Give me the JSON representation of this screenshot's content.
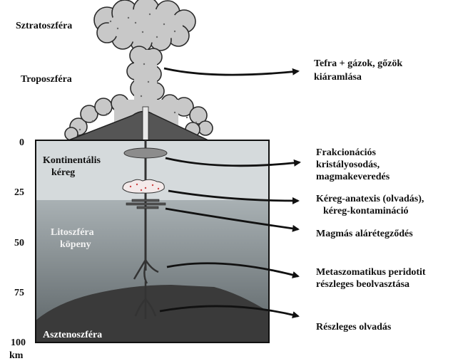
{
  "atmosphere": {
    "stratosphere": "Sztratoszféra",
    "troposphere": "Troposzféra"
  },
  "layers": {
    "crust": [
      "Kontinentális",
      "kéreg"
    ],
    "lithosphere_mantle": [
      "Litoszféra",
      "köpeny"
    ],
    "asthenosphere": "Asztenoszféra"
  },
  "depth_axis": {
    "ticks": [
      "0",
      "25",
      "50",
      "75",
      "100"
    ],
    "unit": "km"
  },
  "processes": [
    [
      "Tefra + gázok, gőzök",
      "kiáramlása"
    ],
    [
      "Frakcionációs",
      "kristályosodás,",
      "magmakeveredés"
    ],
    [
      "Kéreg-anatexis (olvadás),",
      "kéreg-kontamináció"
    ],
    [
      "Magmás alárétegződés"
    ],
    [
      "Metaszomatikus peridotit",
      "részleges beolvasztása"
    ],
    [
      "Részleges olvadás"
    ]
  ],
  "colors": {
    "crust": "#d5dadc",
    "mantle_top": "#9aa3a6",
    "mantle_bottom": "#5d6568",
    "asthenosphere": "#3a3a3a",
    "volcano": "#555555",
    "cloud": "#c8c8c8",
    "cloud_outline": "#2a2a2a",
    "arrow": "#111111"
  }
}
